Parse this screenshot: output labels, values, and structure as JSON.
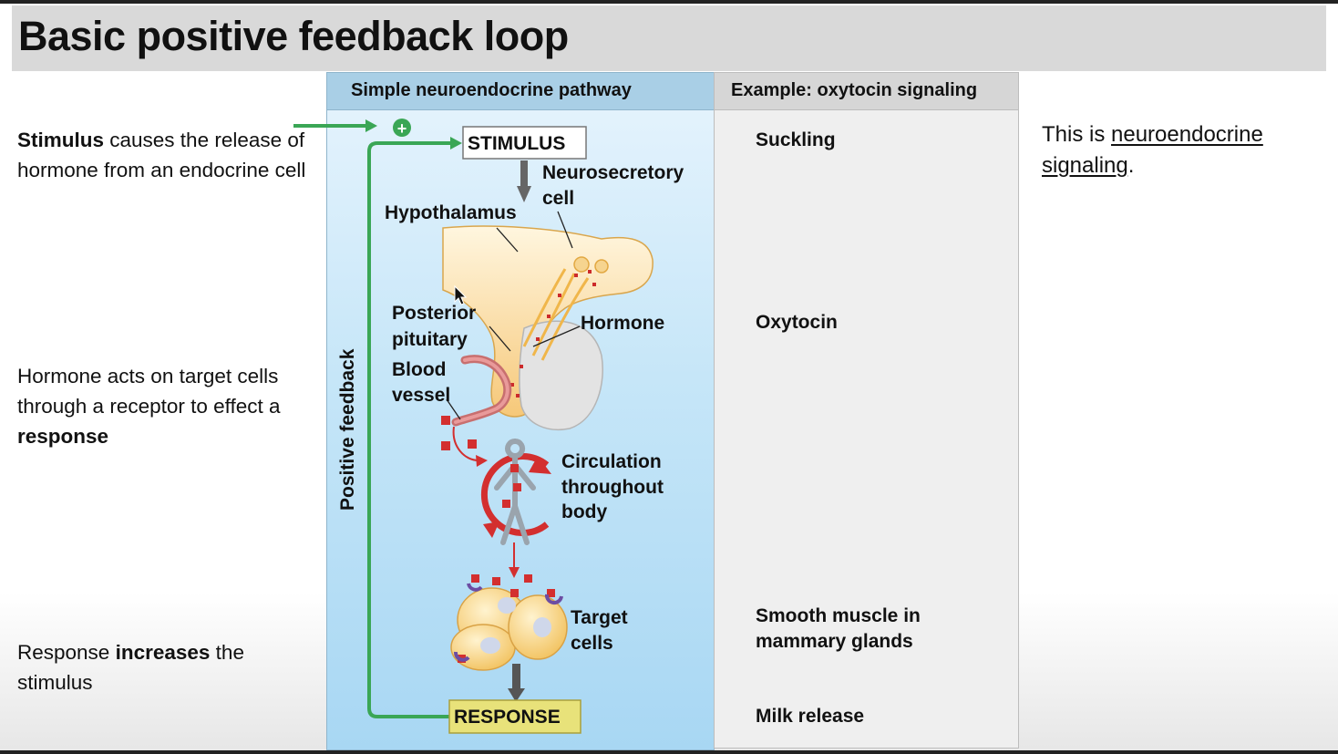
{
  "title": "Basic positive feedback loop",
  "left_notes": {
    "stimulus": {
      "bold": "Stimulus",
      "rest": " causes the release of hormone from an endocrine cell"
    },
    "hormone": {
      "plain": "Hormone acts on target cells through a receptor to effect a ",
      "bold": "response"
    },
    "response": {
      "plain1": "Response ",
      "bold": "increases",
      "plain2": " the stimulus"
    }
  },
  "right_note": {
    "prefix": "This is ",
    "link": "neuroendocrine signaling",
    "suffix": "."
  },
  "pathway": {
    "header": "Simple neuroendocrine pathway",
    "plus_sign": "+",
    "stimulus_box": "STIMULUS",
    "response_box": "RESPONSE",
    "feedback_label": "Positive feedback",
    "labels": {
      "neurosecretory_1": "Neurosecretory",
      "neurosecretory_2": "cell",
      "hypothalamus": "Hypothalamus",
      "posterior_1": "Posterior",
      "posterior_2": "pituitary",
      "hormone": "Hormone",
      "blood_1": "Blood",
      "blood_2": "vessel",
      "circulation_1": "Circulation",
      "circulation_2": "throughout",
      "circulation_3": "body",
      "target_1": "Target",
      "target_2": "cells"
    }
  },
  "example": {
    "header": "Example: oxytocin signaling",
    "items": [
      "Suckling",
      "Oxytocin",
      "Smooth muscle in",
      "mammary glands",
      "Milk release"
    ]
  },
  "colors": {
    "feedback_green": "#3aa655",
    "hormone_red": "#d32f2f",
    "response_yellow": "#e8e27a",
    "panel_blue": "#bfe2f6"
  }
}
